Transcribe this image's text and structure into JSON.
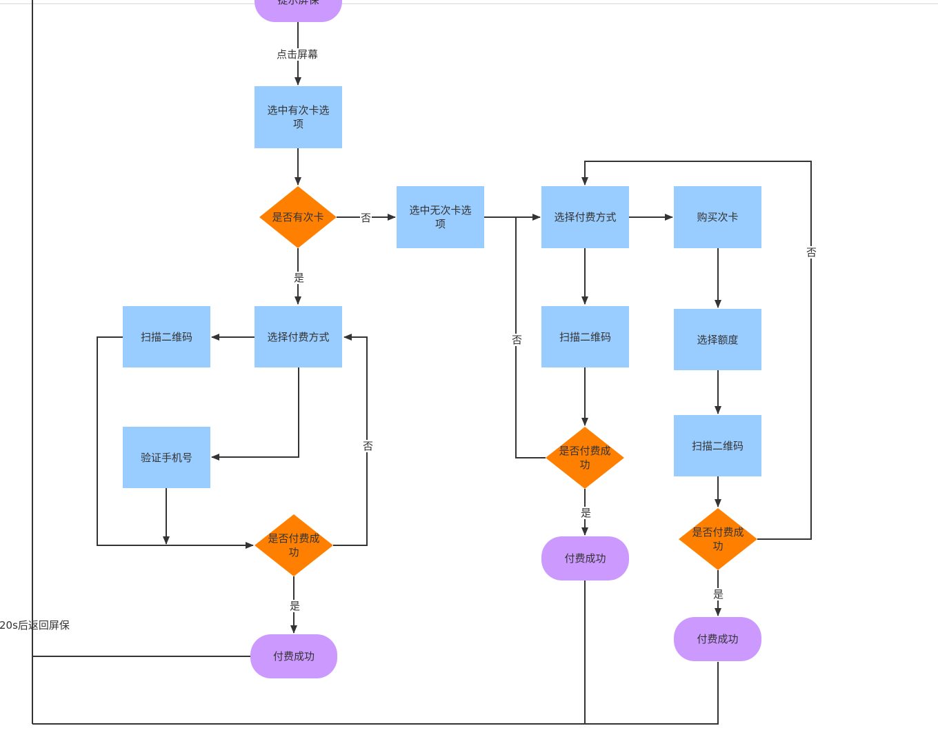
{
  "colors": {
    "process": "#99ccff",
    "terminal": "#cc99ff",
    "decision": "#ff8000",
    "line": "#333333"
  },
  "nodes": {
    "top_terminal": "提示屏保",
    "select_card_option": "选中有次卡选项",
    "has_card": "是否有次卡",
    "select_no_card_option": "选中无次卡选项",
    "pay_method_left": "选择付费方式",
    "scan_qr_left": "扫描二维码",
    "verify_phone": "验证手机号",
    "pay_success_q_left": "是否付费成功",
    "paid_left": "付费成功",
    "pay_method_mid": "选择付费方式",
    "scan_qr_mid": "扫描二维码",
    "pay_success_q_mid": "是否付费成功",
    "paid_mid": "付费成功",
    "buy_card": "购买次卡",
    "select_amount": "选择额度",
    "scan_qr_right": "扫描二维码",
    "pay_success_q_right": "是否付费成功",
    "paid_right": "付费成功"
  },
  "edge_labels": {
    "click_screen": "点击屏幕",
    "no_has_card": "否",
    "yes_has_card": "是",
    "no_left_retry": "否",
    "yes_left": "是",
    "no_mid": "否",
    "yes_mid": "是",
    "no_right": "否",
    "yes_right": "是",
    "return_screensaver": "20s后返回屏保"
  }
}
